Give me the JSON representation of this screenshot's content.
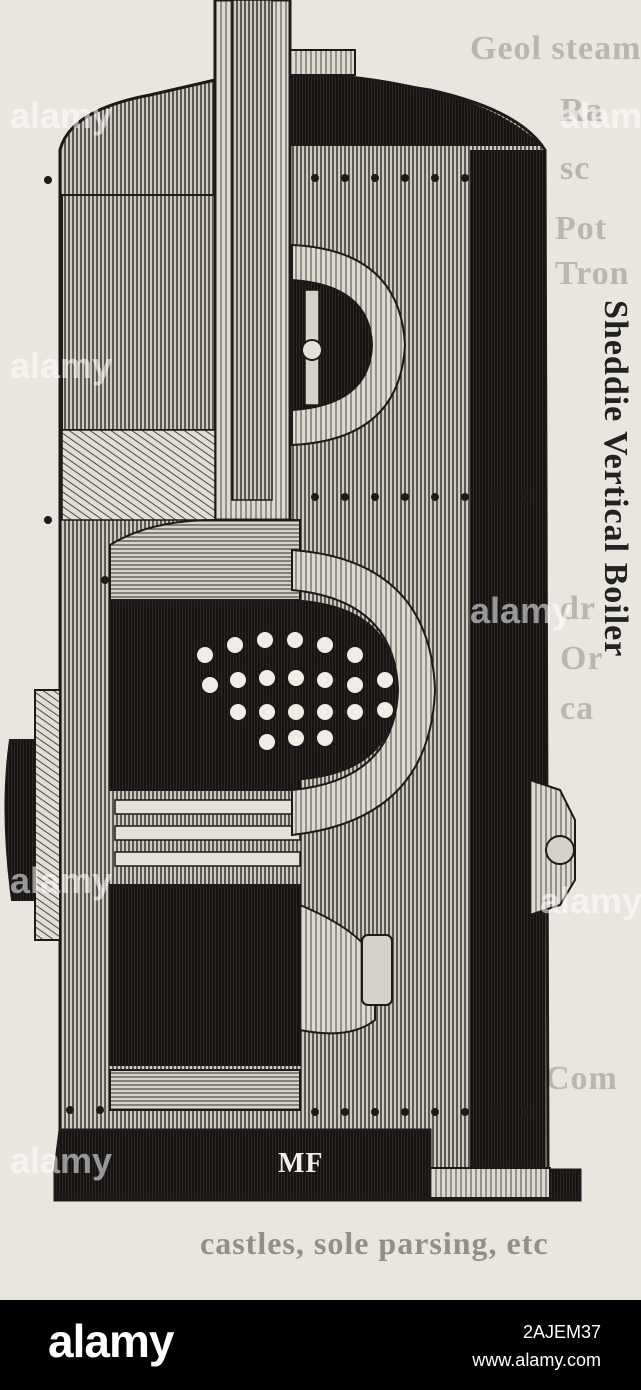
{
  "caption": "Sheddie Vertical Boiler",
  "background_text": [
    "Geol steam",
    "Ra",
    "sc",
    "Pot",
    "Tron",
    "dr",
    "Or",
    "ca",
    "Com",
    "castles, sole parsing, etc"
  ],
  "plate_marks": {
    "maker_mark": "MF"
  },
  "watermark": {
    "text": "alamy"
  },
  "footer": {
    "logo": "alamy",
    "image_id": "2AJEM37",
    "site": "www.alamy.com"
  },
  "colors": {
    "paper": "#e9e6df",
    "ink": "#1d1b19",
    "footer_bg": "#000000",
    "footer_text": "#ffffff"
  }
}
